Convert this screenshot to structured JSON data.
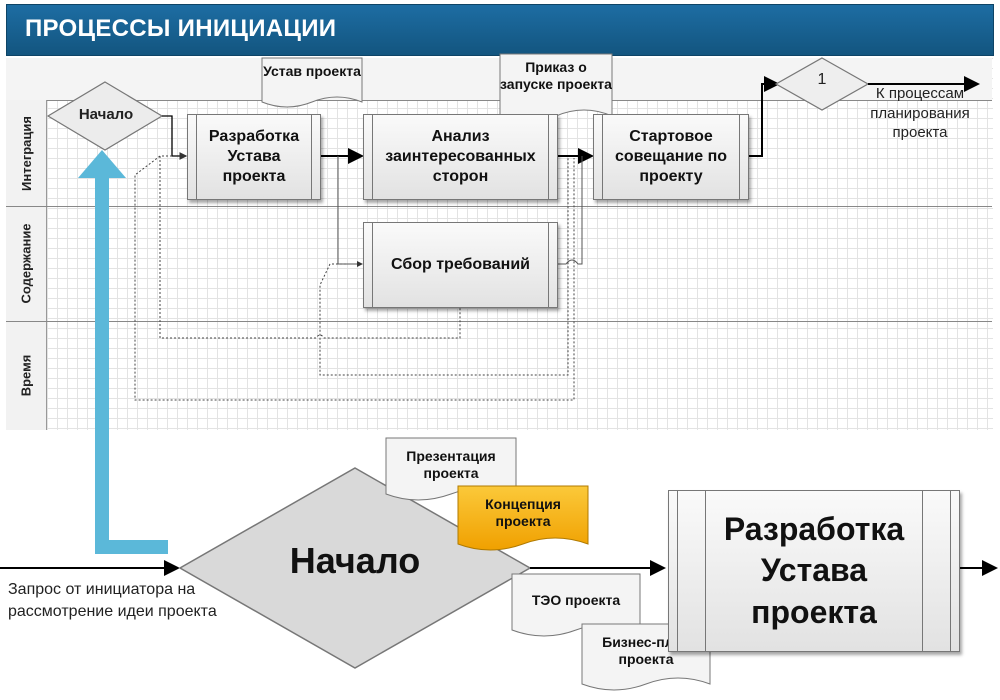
{
  "header": {
    "title": "ПРОЦЕССЫ ИНИЦИАЦИИ"
  },
  "lanes": [
    "Интеграция",
    "Содержание",
    "Время"
  ],
  "top": {
    "start_label": "Начало",
    "processes": {
      "develop_charter": "Разработка Устава проекта",
      "stakeholders": "Анализ заинтересованных сторон",
      "kickoff": "Стартовое совещание по проекту",
      "requirements": "Сбор требований"
    },
    "documents": {
      "charter": "Устав проекта",
      "order": "Приказ о запуске проекта"
    },
    "connector_label": "1",
    "next_text": "К процессам планирования проекта"
  },
  "bottom": {
    "start_label": "Начало",
    "process_label": "Разработка Устава проекта",
    "request_text": "Запрос от инициатора на рассмотрение идеи проекта",
    "documents": {
      "presentation": "Презентация проекта",
      "concept": "Концепция проекта",
      "feasibility": "ТЭО проекта",
      "business_plan": "Бизнес-план проекта"
    }
  },
  "colors": {
    "title_bar": "#1a6496",
    "concept_doc": "#f5a800",
    "arrow_blue": "#5bb8d9"
  }
}
